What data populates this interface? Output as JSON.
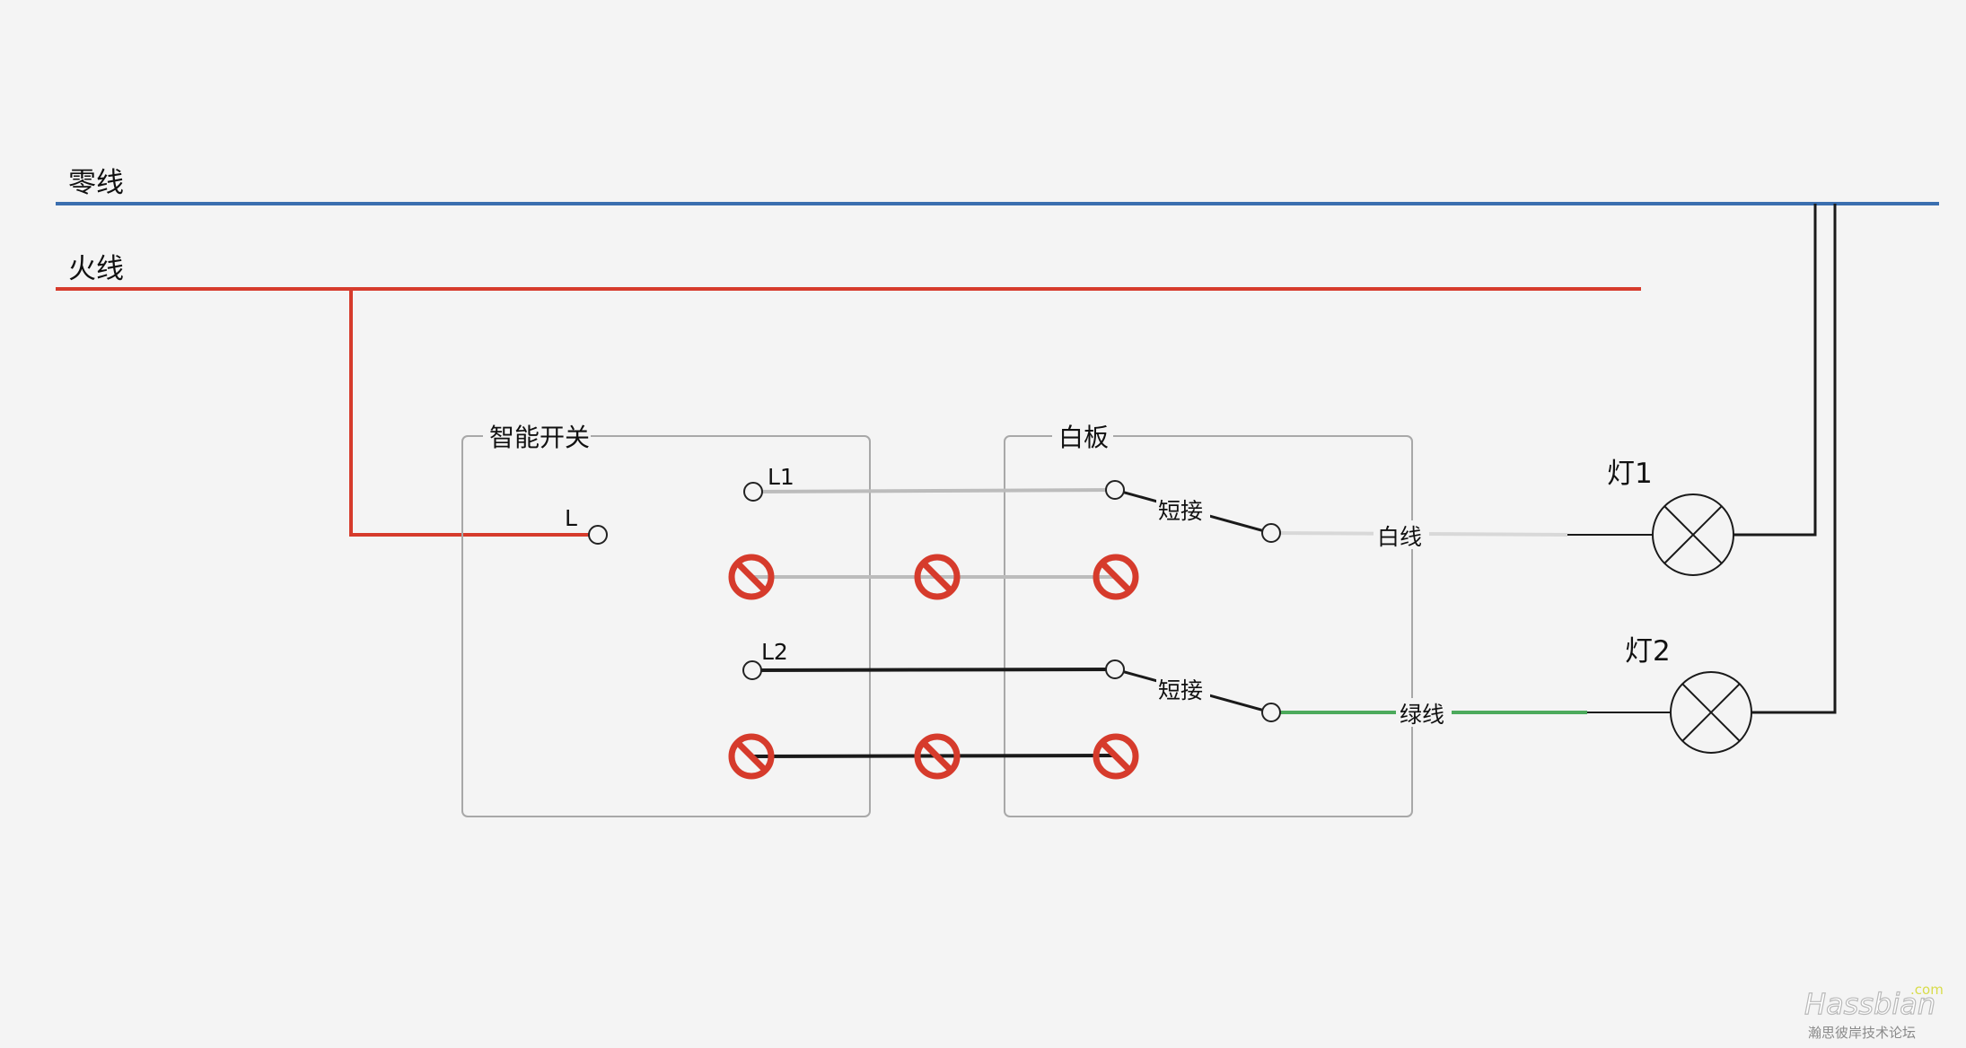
{
  "wires": {
    "neutral_label": "零线",
    "live_label": "火线"
  },
  "smart_switch": {
    "title": "智能开关",
    "terminal_l": "L",
    "terminal_l1": "L1",
    "terminal_l2": "L2"
  },
  "white_board": {
    "title": "白板",
    "short_1": "短接",
    "short_2": "短接"
  },
  "outputs": {
    "white_wire": "白线",
    "green_wire": "绿线"
  },
  "lamps": {
    "lamp1": "灯1",
    "lamp2": "灯2"
  },
  "watermark": {
    "brand": "Hassbian",
    "suffix": ".com",
    "subtitle": "瀚思彼岸技术论坛"
  },
  "colors": {
    "neutral": "#3a6eaf",
    "live": "#d63b2c",
    "gray_wire": "#bcbcbc",
    "black_wire": "#1a1a1a",
    "green_wire": "#4caa5c",
    "no_icon": "#d63b2c",
    "box_border": "#a8a8a8"
  }
}
